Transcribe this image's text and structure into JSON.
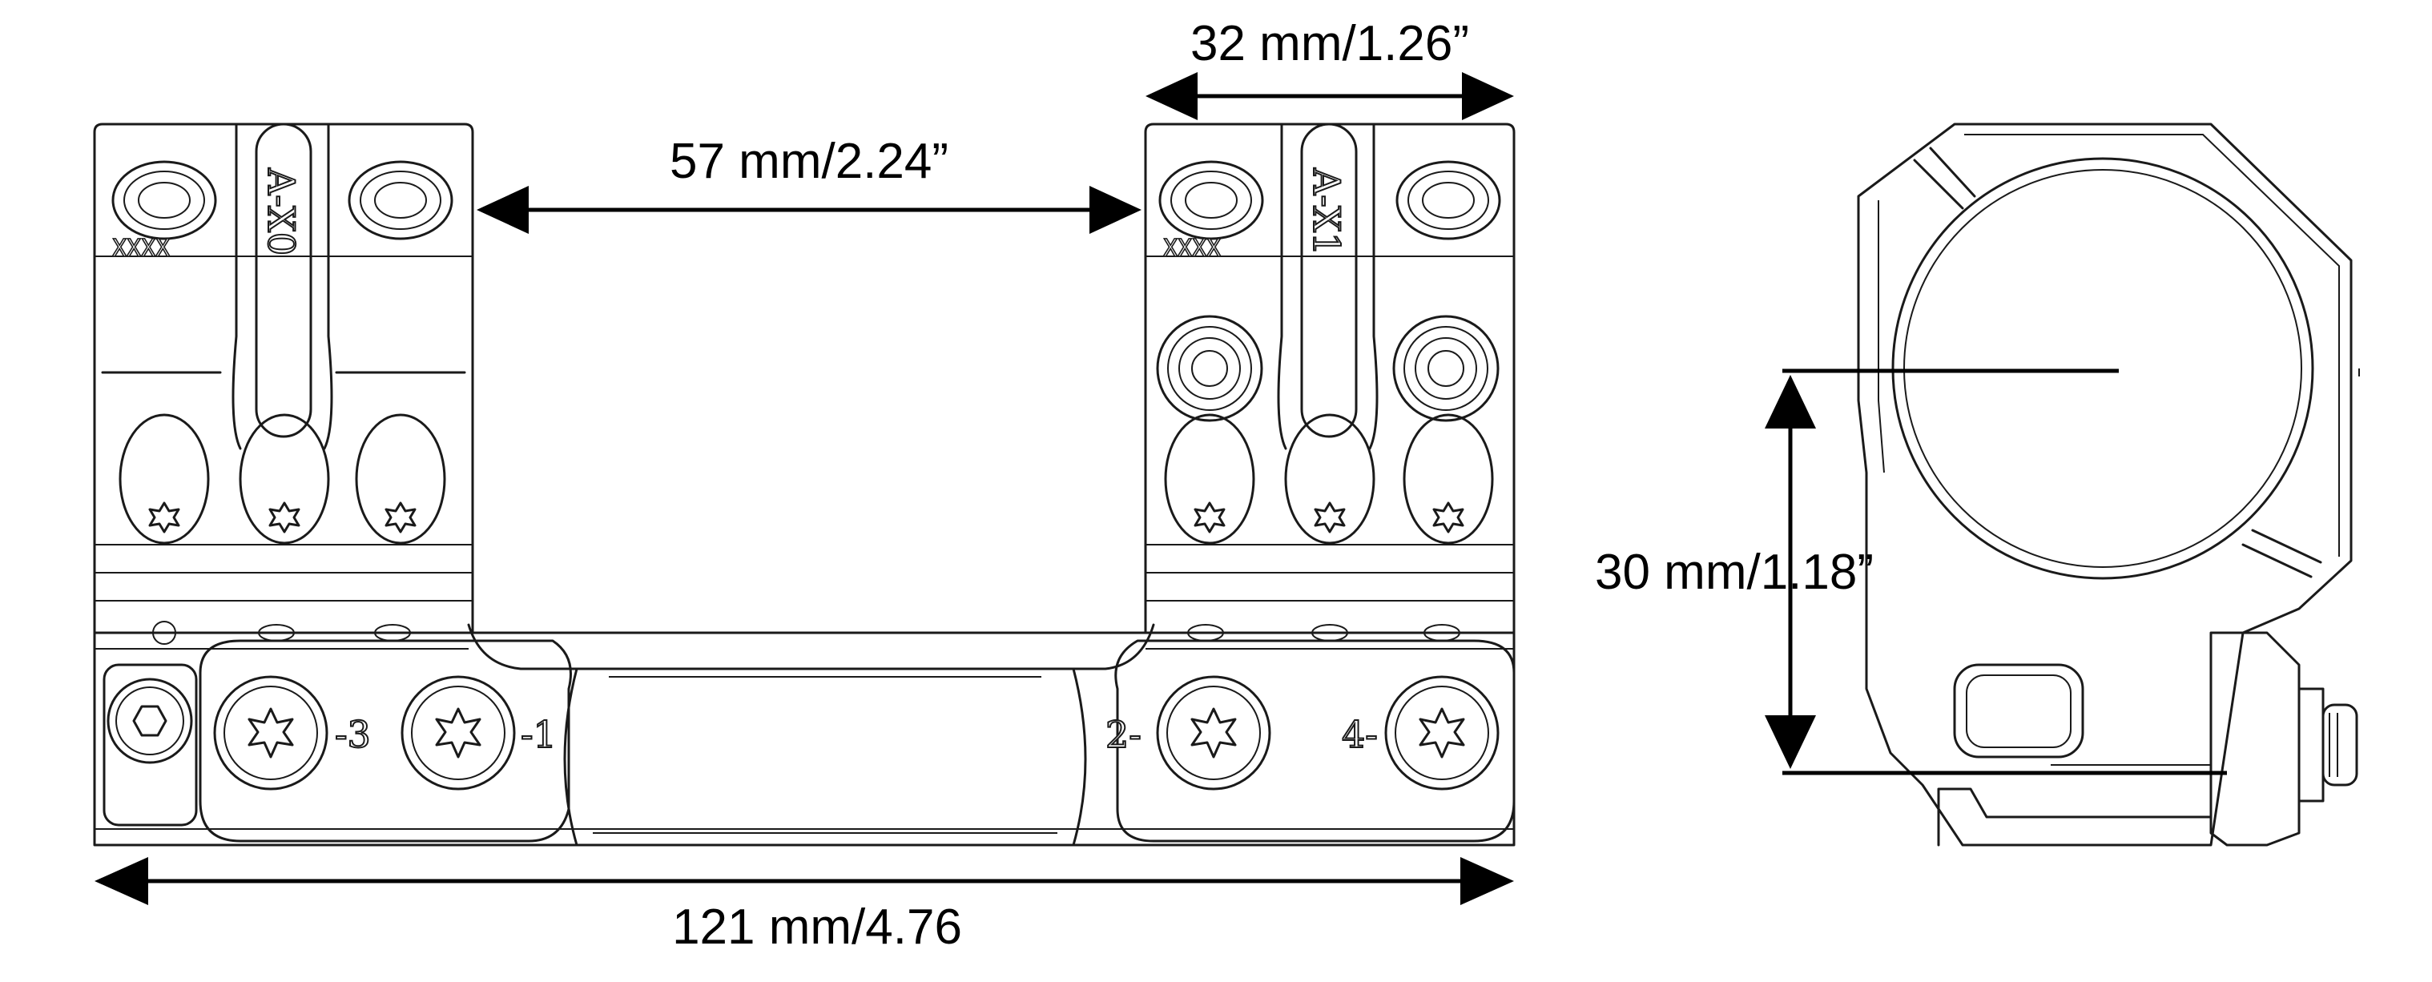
{
  "dimensions": {
    "ring_spacing": "57 mm/2.24”",
    "ring_width": "32 mm/1.26”",
    "overall_length": "121 mm/4.76",
    "center_height": "30 mm/1.18”"
  },
  "markings": {
    "front_ring_label": "A-X0",
    "rear_ring_label": "A-X1",
    "serial_placeholder": "XXXX",
    "screw_positions": [
      "-3",
      "-1",
      "2-",
      "4-"
    ]
  }
}
